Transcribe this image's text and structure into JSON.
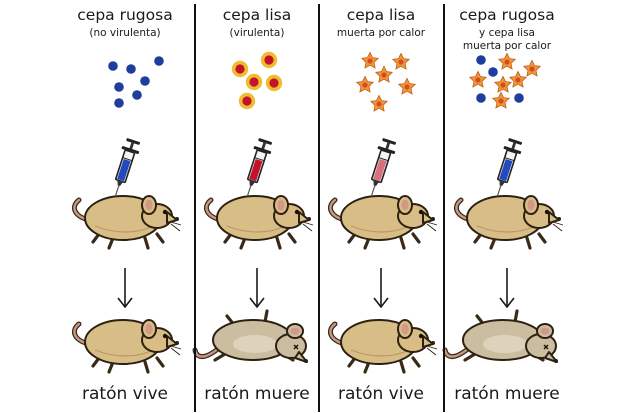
{
  "colors": {
    "rough_cell": "#1e3e9e",
    "smooth_cell_core": "#c4122a",
    "smooth_cell_capsule": "#f0bc30",
    "heat_killed_cell": "#ee9a32",
    "live_mouse": "#d8bd86",
    "dead_mouse": "#cbbda0"
  },
  "panels": [
    {
      "title": "cepa rugosa",
      "subtitle_lines": [
        "(no virulenta)"
      ],
      "cells": "rough",
      "syringe_fluid": "blue",
      "result": "ratón vive",
      "outcome": "alive"
    },
    {
      "title": "cepa  lisa",
      "subtitle_lines": [
        "(virulenta)"
      ],
      "cells": "smooth",
      "syringe_fluid": "red",
      "result": "ratón muere",
      "outcome": "dead"
    },
    {
      "title": "cepa  lisa",
      "subtitle_lines": [
        "muerta por calor"
      ],
      "cells": "heat-killed",
      "syringe_fluid": "pink",
      "result": "ratón vive",
      "outcome": "alive"
    },
    {
      "title": "cepa rugosa",
      "subtitle_lines": [
        "y cepa lisa",
        "muerta por calor"
      ],
      "cells": "mixed",
      "syringe_fluid": "blue",
      "result": "ratón muere",
      "outcome": "dead"
    }
  ]
}
